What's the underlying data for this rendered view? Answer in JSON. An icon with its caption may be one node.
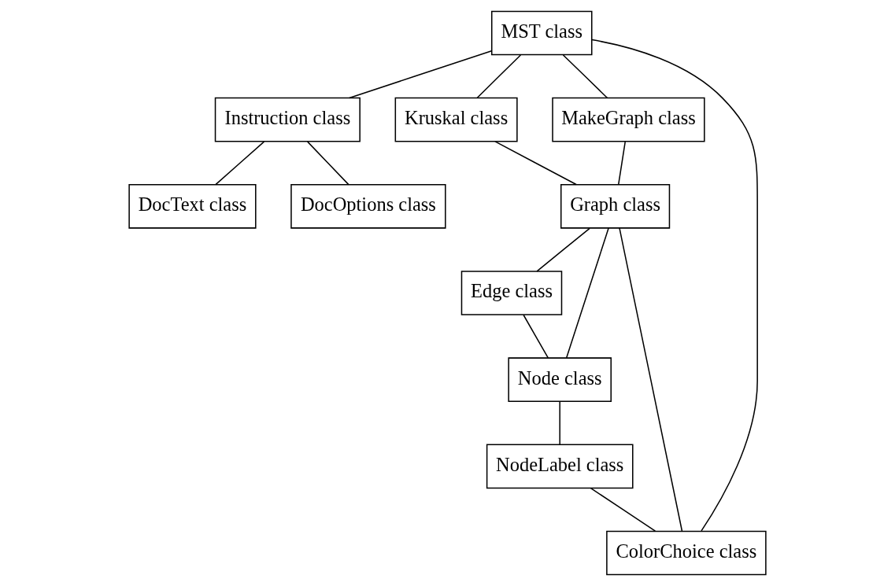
{
  "diagram": {
    "nodes": [
      {
        "text": [
          "MST class"
        ]
      },
      {
        "text": [
          "Instruction class"
        ]
      },
      {
        "text": [
          "Kruskal class"
        ]
      },
      {
        "text": [
          "MakeGraph class"
        ]
      },
      {
        "text": [
          "DocText class"
        ]
      },
      {
        "text": [
          "DocOptions class"
        ]
      },
      {
        "text": [
          "Graph class"
        ]
      },
      {
        "text": [
          "Edge class"
        ]
      },
      {
        "text": [
          "Node class"
        ]
      },
      {
        "text": [
          "NodeLabel class"
        ]
      },
      {
        "text": [
          "ColorChoice class"
        ]
      }
    ],
    "edges": [
      {
        "from": 0,
        "to": 1,
        "arrow": "none"
      },
      {
        "from": 0,
        "to": 10,
        "arrow": "none"
      },
      {
        "from": 0,
        "to": 2,
        "arrow": "none"
      },
      {
        "from": 0,
        "to": 3,
        "arrow": "none"
      },
      {
        "from": 1,
        "to": 4,
        "arrow": "none"
      },
      {
        "from": 1,
        "to": 5,
        "arrow": "none"
      },
      {
        "from": 2,
        "to": 6,
        "arrow": "none"
      },
      {
        "from": 3,
        "to": 6,
        "arrow": "none"
      },
      {
        "from": 6,
        "to": 10,
        "arrow": "none"
      },
      {
        "from": 6,
        "to": 8,
        "arrow": "none"
      },
      {
        "from": 6,
        "to": 7,
        "arrow": "none"
      },
      {
        "from": 7,
        "to": 8,
        "arrow": "none"
      },
      {
        "from": 8,
        "to": 9,
        "arrow": "none"
      },
      {
        "from": 9,
        "to": 10,
        "arrow": "none"
      }
    ]
  }
}
